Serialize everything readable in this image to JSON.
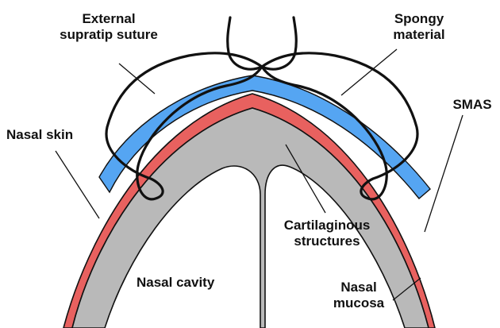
{
  "labels": {
    "external_suture": "External\nsupratip suture",
    "spongy_material": "Spongy\nmaterial",
    "nasal_skin": "Nasal skin",
    "smas": "SMAS",
    "cartilaginous": "Cartilaginous\nstructures",
    "nasal_cavity": "Nasal cavity",
    "nasal_mucosa": "Nasal\nmucosa"
  },
  "colors": {
    "skin": "#e8615f",
    "spongy": "#55a5f2",
    "cartilage": "#b9b9b9",
    "outline": "#111111",
    "background": "#ffffff"
  }
}
